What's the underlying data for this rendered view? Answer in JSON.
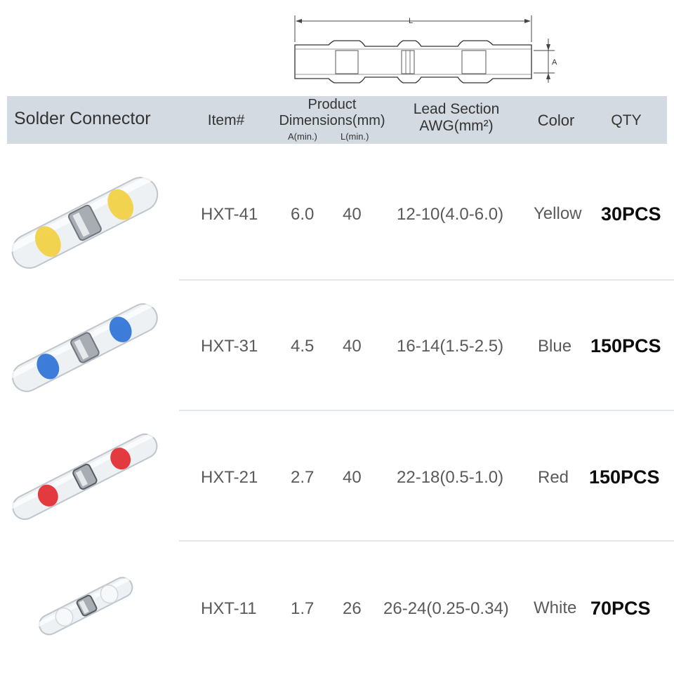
{
  "diagram": {
    "length_label": "L",
    "diameter_label": "A"
  },
  "header": {
    "title": "Solder Connector",
    "item": "Item#",
    "dimensions_line1": "Product",
    "dimensions_line2": "Dimensions(mm)",
    "a_sub": "A(min.)",
    "l_sub": "L(min.)",
    "lead_line1": "Lead Section",
    "lead_line2": "AWG(mm²)",
    "color": "Color",
    "qty": "QTY"
  },
  "rows": [
    {
      "item": "HXT-41",
      "a": "6.0",
      "l": "40",
      "awg": "12-10(4.0-6.0)",
      "color": "Yellow",
      "qty": "30PCS",
      "swatch": "#f2cf3d"
    },
    {
      "item": "HXT-31",
      "a": "4.5",
      "l": "40",
      "awg": "16-14(1.5-2.5)",
      "color": "Blue",
      "qty": "150PCS",
      "swatch": "#2a6fd6"
    },
    {
      "item": "HXT-21",
      "a": "2.7",
      "l": "40",
      "awg": "22-18(0.5-1.0)",
      "color": "Red",
      "qty": "150PCS",
      "swatch": "#e0262a"
    },
    {
      "item": "HXT-11",
      "a": "1.7",
      "l": "26",
      "awg": "26-24(0.25-0.34)",
      "color": "White",
      "qty": "70PCS",
      "swatch": "#ffffff"
    }
  ]
}
